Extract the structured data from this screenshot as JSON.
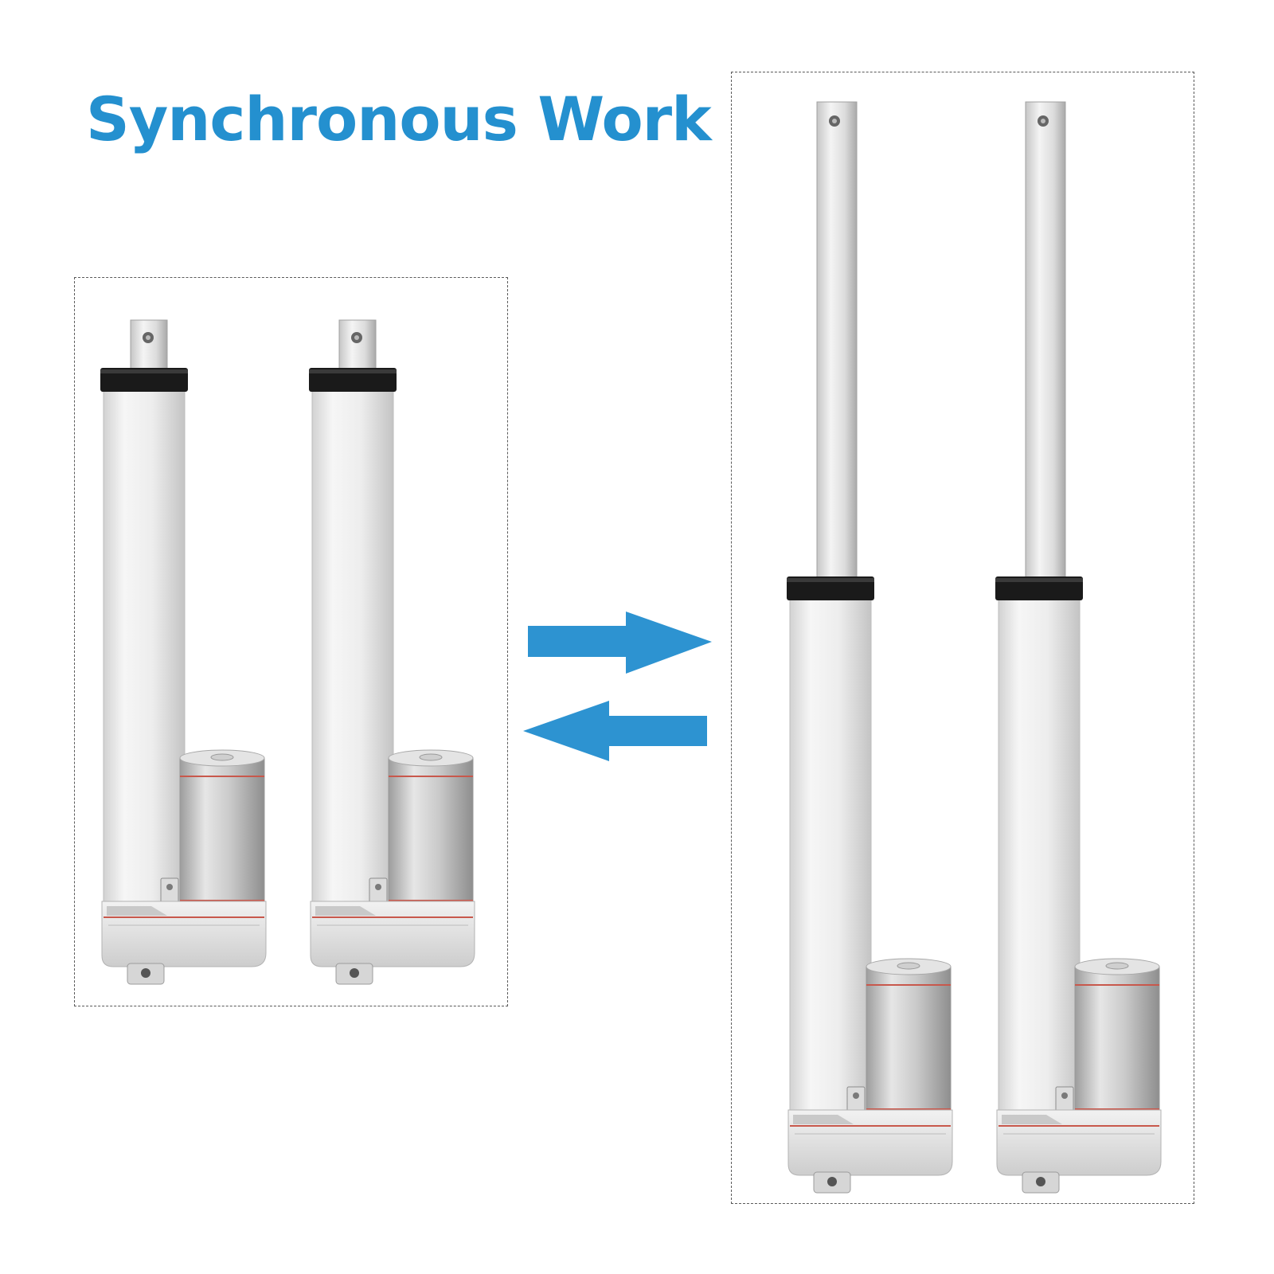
{
  "title": "Synchronous Work",
  "colors": {
    "title": "#2490cf",
    "arrow": "#2d93d1",
    "seal": "#1a1a1a",
    "motor_stripe": "#c8584c"
  },
  "actuators": {
    "retracted_count": 2,
    "extended_count": 2
  },
  "icons": {
    "forward_arrow": "arrow-right-icon",
    "return_arrow": "arrow-left-icon"
  }
}
